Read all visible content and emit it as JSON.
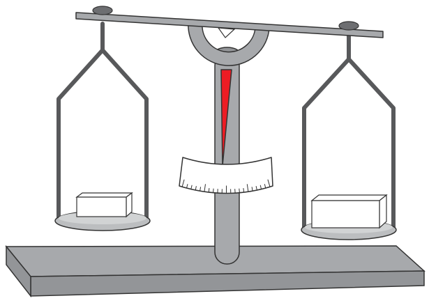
{
  "illustration": {
    "subject": "balance-scale",
    "pointer_deflection": "left",
    "left_pan_contents": "small-block",
    "right_pan_contents": "large-block"
  },
  "colors": {
    "outline": "#333333",
    "metal_gray": "#a7a9ac",
    "hanger_gray": "#58595b",
    "knob_dark": "#6d6e71",
    "pan_light": "#bcbec0",
    "base_top": "#a7a9ac",
    "base_front": "#939598",
    "pointer_red": "#ed1c24",
    "block_white": "#ffffff",
    "scale_white": "#ffffff"
  }
}
